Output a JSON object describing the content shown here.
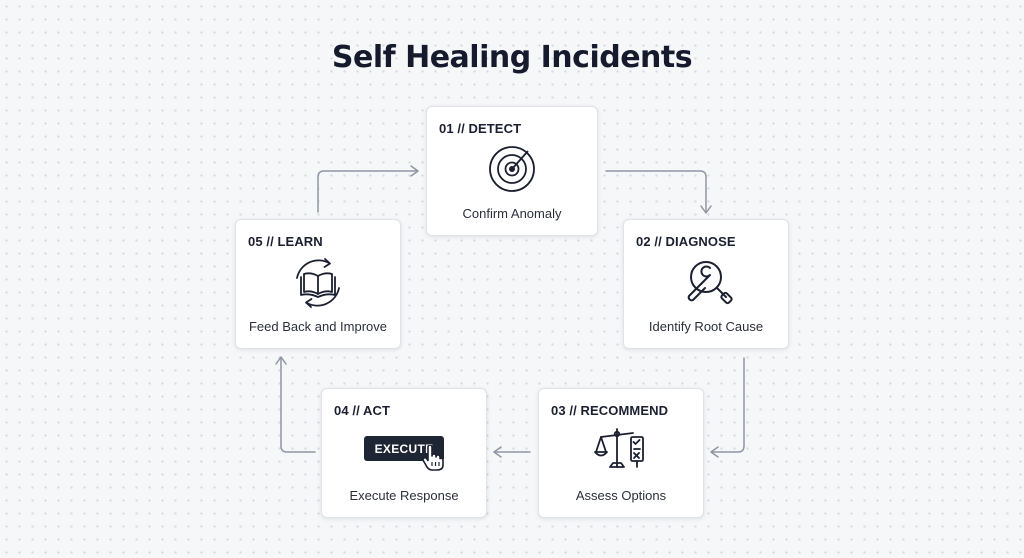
{
  "title": "Self Healing Incidents",
  "steps": [
    {
      "label": "01 // DETECT",
      "description": "Confirm Anomaly",
      "icon": "radar-icon"
    },
    {
      "label": "02 // DIAGNOSE",
      "description": "Identify Root Cause",
      "icon": "wrench-magnifier-icon"
    },
    {
      "label": "03 // RECOMMEND",
      "description": "Assess Options",
      "icon": "scale-checklist-icon"
    },
    {
      "label": "04 // ACT",
      "description": "Execute Response",
      "icon": "cursor-hand-icon",
      "button_label": "EXECUTE"
    },
    {
      "label": "05 // LEARN",
      "description": "Feed Back and Improve",
      "icon": "book-cycle-icon"
    }
  ],
  "colors": {
    "background": "#f6f7f9",
    "card": "#ffffff",
    "connector": "#8f96a3",
    "title": "#151a2d",
    "button": "#1f2633"
  }
}
